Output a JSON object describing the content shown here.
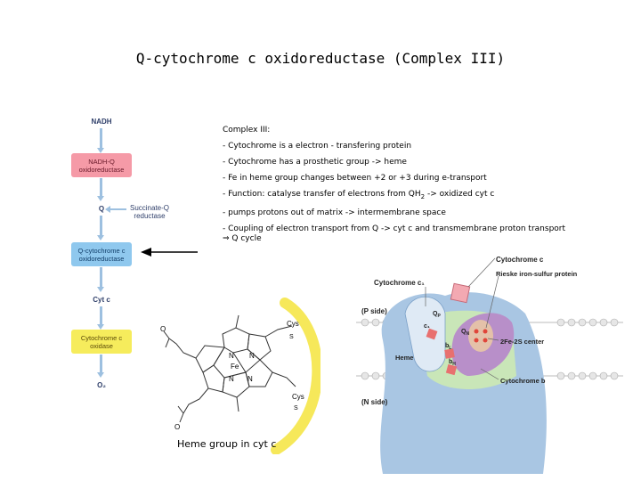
{
  "title": "Q-cytochrome c oxidoreductase (Complex III)",
  "pathway": {
    "nadh": "NADH",
    "box1": "NADH-Q oxidoreductase",
    "q": "Q",
    "succinate": "Succinate-Q reductase",
    "box2": "Q-cytochrome c oxidoreductase",
    "cytc": "Cyt c",
    "box3": "Cytochrome c oxidase",
    "o2": "O₂"
  },
  "notes": {
    "heading": "Complex III:",
    "line1": "- Cytochrome is a electron - transfering protein",
    "line2": "- Cytochrome has a prosthetic group -> heme",
    "line3": "- Fe in heme group changes between +2 or +3 during e-transport",
    "line4_pre": "- Function: catalyse transfer of electrons from QH",
    "line4_sub": "2",
    "line4_post": " -> oxidized cyt c",
    "line5": "- pumps protons out of matrix -> intermembrane space",
    "line6": "- Coupling of electron transport from Q -> cyt c and transmembrane proton transport",
    "line7": "⇒ Q cycle"
  },
  "heme": {
    "caption": "Heme group in cyt c",
    "fe": "Fe",
    "n": "N",
    "o": "O",
    "cys1": "Cys",
    "cys2": "Cys",
    "s": "S"
  },
  "complex": {
    "cytochrome_c": "Cytochrome c",
    "cytochrome_c1": "Cytochrome c₁",
    "rieske": "Rieske iron-sulfur protein",
    "p_side": "(P side)",
    "n_side": "(N side)",
    "qp": "Q",
    "qp_sub": "P",
    "qn": "Q",
    "qn_sub": "N",
    "c1": "c₁",
    "bl": "b",
    "bl_sub": "L",
    "bh": "b",
    "bh_sub": "H",
    "heme": "Heme",
    "fes": "2Fe-2S center",
    "cyt_b": "Cytochrome b"
  },
  "colors": {
    "pink_box": "#f59aa7",
    "blue_box": "#8fc8ee",
    "yellow_box": "#f6ec5c",
    "membrane_green": "#c9e6b8",
    "cyt_b_purple": "#b88fc9",
    "complex_blue": "#a9c6e3",
    "heme_yellow_arc": "#f6e85a"
  }
}
